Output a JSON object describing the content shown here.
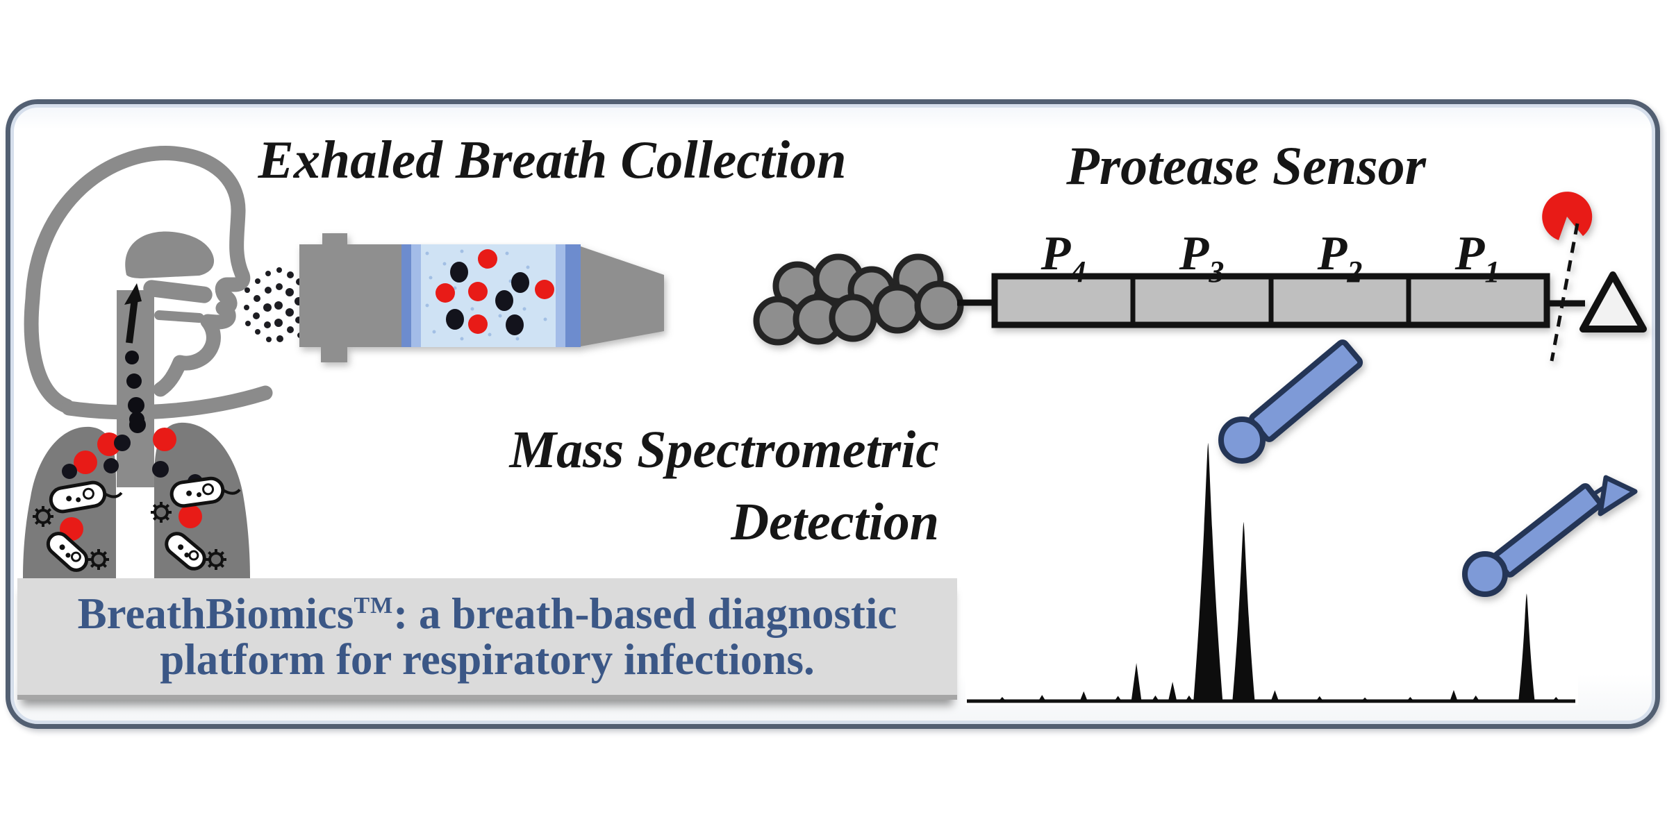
{
  "titles": {
    "collection": "Exhaled Breath Collection",
    "sensor": "Protease Sensor",
    "ms_line1": "Mass Spectrometric",
    "ms_line2": "Detection"
  },
  "banner": {
    "brand": "BreathBiomics",
    "tm": "TM",
    "line1_rest": ": a breath-based diagnostic",
    "line2": "platform for respiratory infections.",
    "bg_color": "#dbdbdb",
    "text_color": "#3b5786"
  },
  "sensor": {
    "residues": [
      {
        "base": "P",
        "sub": "4"
      },
      {
        "base": "P",
        "sub": "3"
      },
      {
        "base": "P",
        "sub": "2"
      },
      {
        "base": "P",
        "sub": "1"
      }
    ]
  },
  "icons": {
    "patient-head-icon": "grey profile of a person exhaling",
    "lungs-icon": "grey lungs containing bacteria and virus particles",
    "breath-collector-icon": "grey collection cartridge with blue sampling window",
    "protein-globule-icon": "cluster of grey spheres (carrier protein)",
    "peptide-bar-icon": "four-segment peptide substrate bar",
    "protease-icon": "red pac-man shaped enzyme",
    "cleavage-site-line": "dashed scissile-bond line",
    "anchor-triangle-icon": "open triangle reporter at peptide end",
    "cleaved-fragment-icon": "blue circle-and-rod peptide fragment",
    "spray-dots-icon": "exhaled aerosol dots"
  },
  "colors": {
    "frame": "#525f72",
    "figure_grey": "#8b8b8b",
    "lung_grey": "#7b7b7b",
    "accent_red": "#e81b17",
    "molecule_black": "#13131c",
    "fragment_blue": "#7e9ad7",
    "fragment_blue_dark": "#243556",
    "bar_fill": "#bfbfbf",
    "window_blue": "#cfe2f4",
    "stripe_blue": "#6d8cce"
  },
  "chart_data": {
    "type": "line",
    "subtype": "mass-spectrum",
    "title": "",
    "xlabel": "",
    "ylabel": "",
    "axis_labels_visible": false,
    "grid": false,
    "legend": "none",
    "x_range": [
      0,
      1
    ],
    "y_range": [
      0,
      1
    ],
    "peaks": [
      {
        "x": 0.06,
        "h": 0.016
      },
      {
        "x": 0.125,
        "h": 0.024
      },
      {
        "x": 0.193,
        "h": 0.038
      },
      {
        "x": 0.249,
        "h": 0.02
      },
      {
        "x": 0.279,
        "h": 0.148
      },
      {
        "x": 0.31,
        "h": 0.022
      },
      {
        "x": 0.338,
        "h": 0.075
      },
      {
        "x": 0.365,
        "h": 0.022
      },
      {
        "x": 0.396,
        "h": 1.0
      },
      {
        "x": 0.454,
        "h": 0.694
      },
      {
        "x": 0.505,
        "h": 0.042
      },
      {
        "x": 0.578,
        "h": 0.019
      },
      {
        "x": 0.652,
        "h": 0.014
      },
      {
        "x": 0.726,
        "h": 0.016
      },
      {
        "x": 0.797,
        "h": 0.043
      },
      {
        "x": 0.833,
        "h": 0.022
      },
      {
        "x": 0.916,
        "h": 0.417
      },
      {
        "x": 0.964,
        "h": 0.016
      }
    ]
  }
}
